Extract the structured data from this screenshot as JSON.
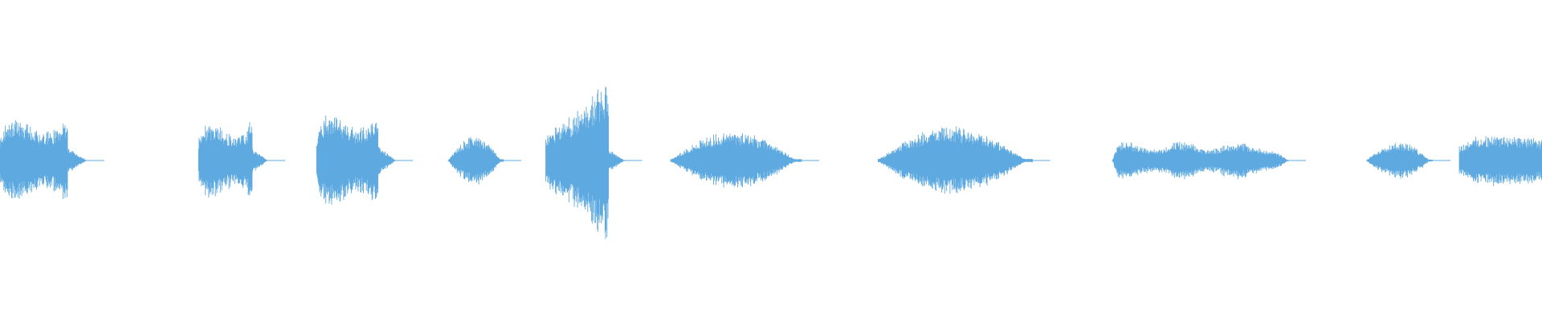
{
  "waveform": {
    "color": "#5DA9E0",
    "background": "#ffffff",
    "total_duration_s": 15.68,
    "segments": [
      {
        "start_s": 0.0,
        "end_s": 0.88,
        "peak_amplitude": 0.24,
        "shape": "rise-hold-decay"
      },
      {
        "start_s": 2.02,
        "end_s": 2.72,
        "peak_amplitude": 0.22,
        "shape": "rise-hold-decay"
      },
      {
        "start_s": 3.22,
        "end_s": 4.02,
        "peak_amplitude": 0.27,
        "shape": "rise-hold-decay"
      },
      {
        "start_s": 4.56,
        "end_s": 5.12,
        "peak_amplitude": 0.14,
        "shape": "swell"
      },
      {
        "start_s": 5.55,
        "end_s": 6.35,
        "peak_amplitude": 0.47,
        "shape": "crescendo"
      },
      {
        "start_s": 6.82,
        "end_s": 8.15,
        "peak_amplitude": 0.17,
        "shape": "swell"
      },
      {
        "start_s": 8.93,
        "end_s": 10.5,
        "peak_amplitude": 0.2,
        "shape": "swell"
      },
      {
        "start_s": 11.31,
        "end_s": 13.1,
        "peak_amplitude": 0.11,
        "shape": "flat"
      },
      {
        "start_s": 13.9,
        "end_s": 14.57,
        "peak_amplitude": 0.11,
        "shape": "swell"
      },
      {
        "start_s": 14.84,
        "end_s": 15.68,
        "peak_amplitude": 0.15,
        "shape": "rise-hold"
      }
    ]
  }
}
